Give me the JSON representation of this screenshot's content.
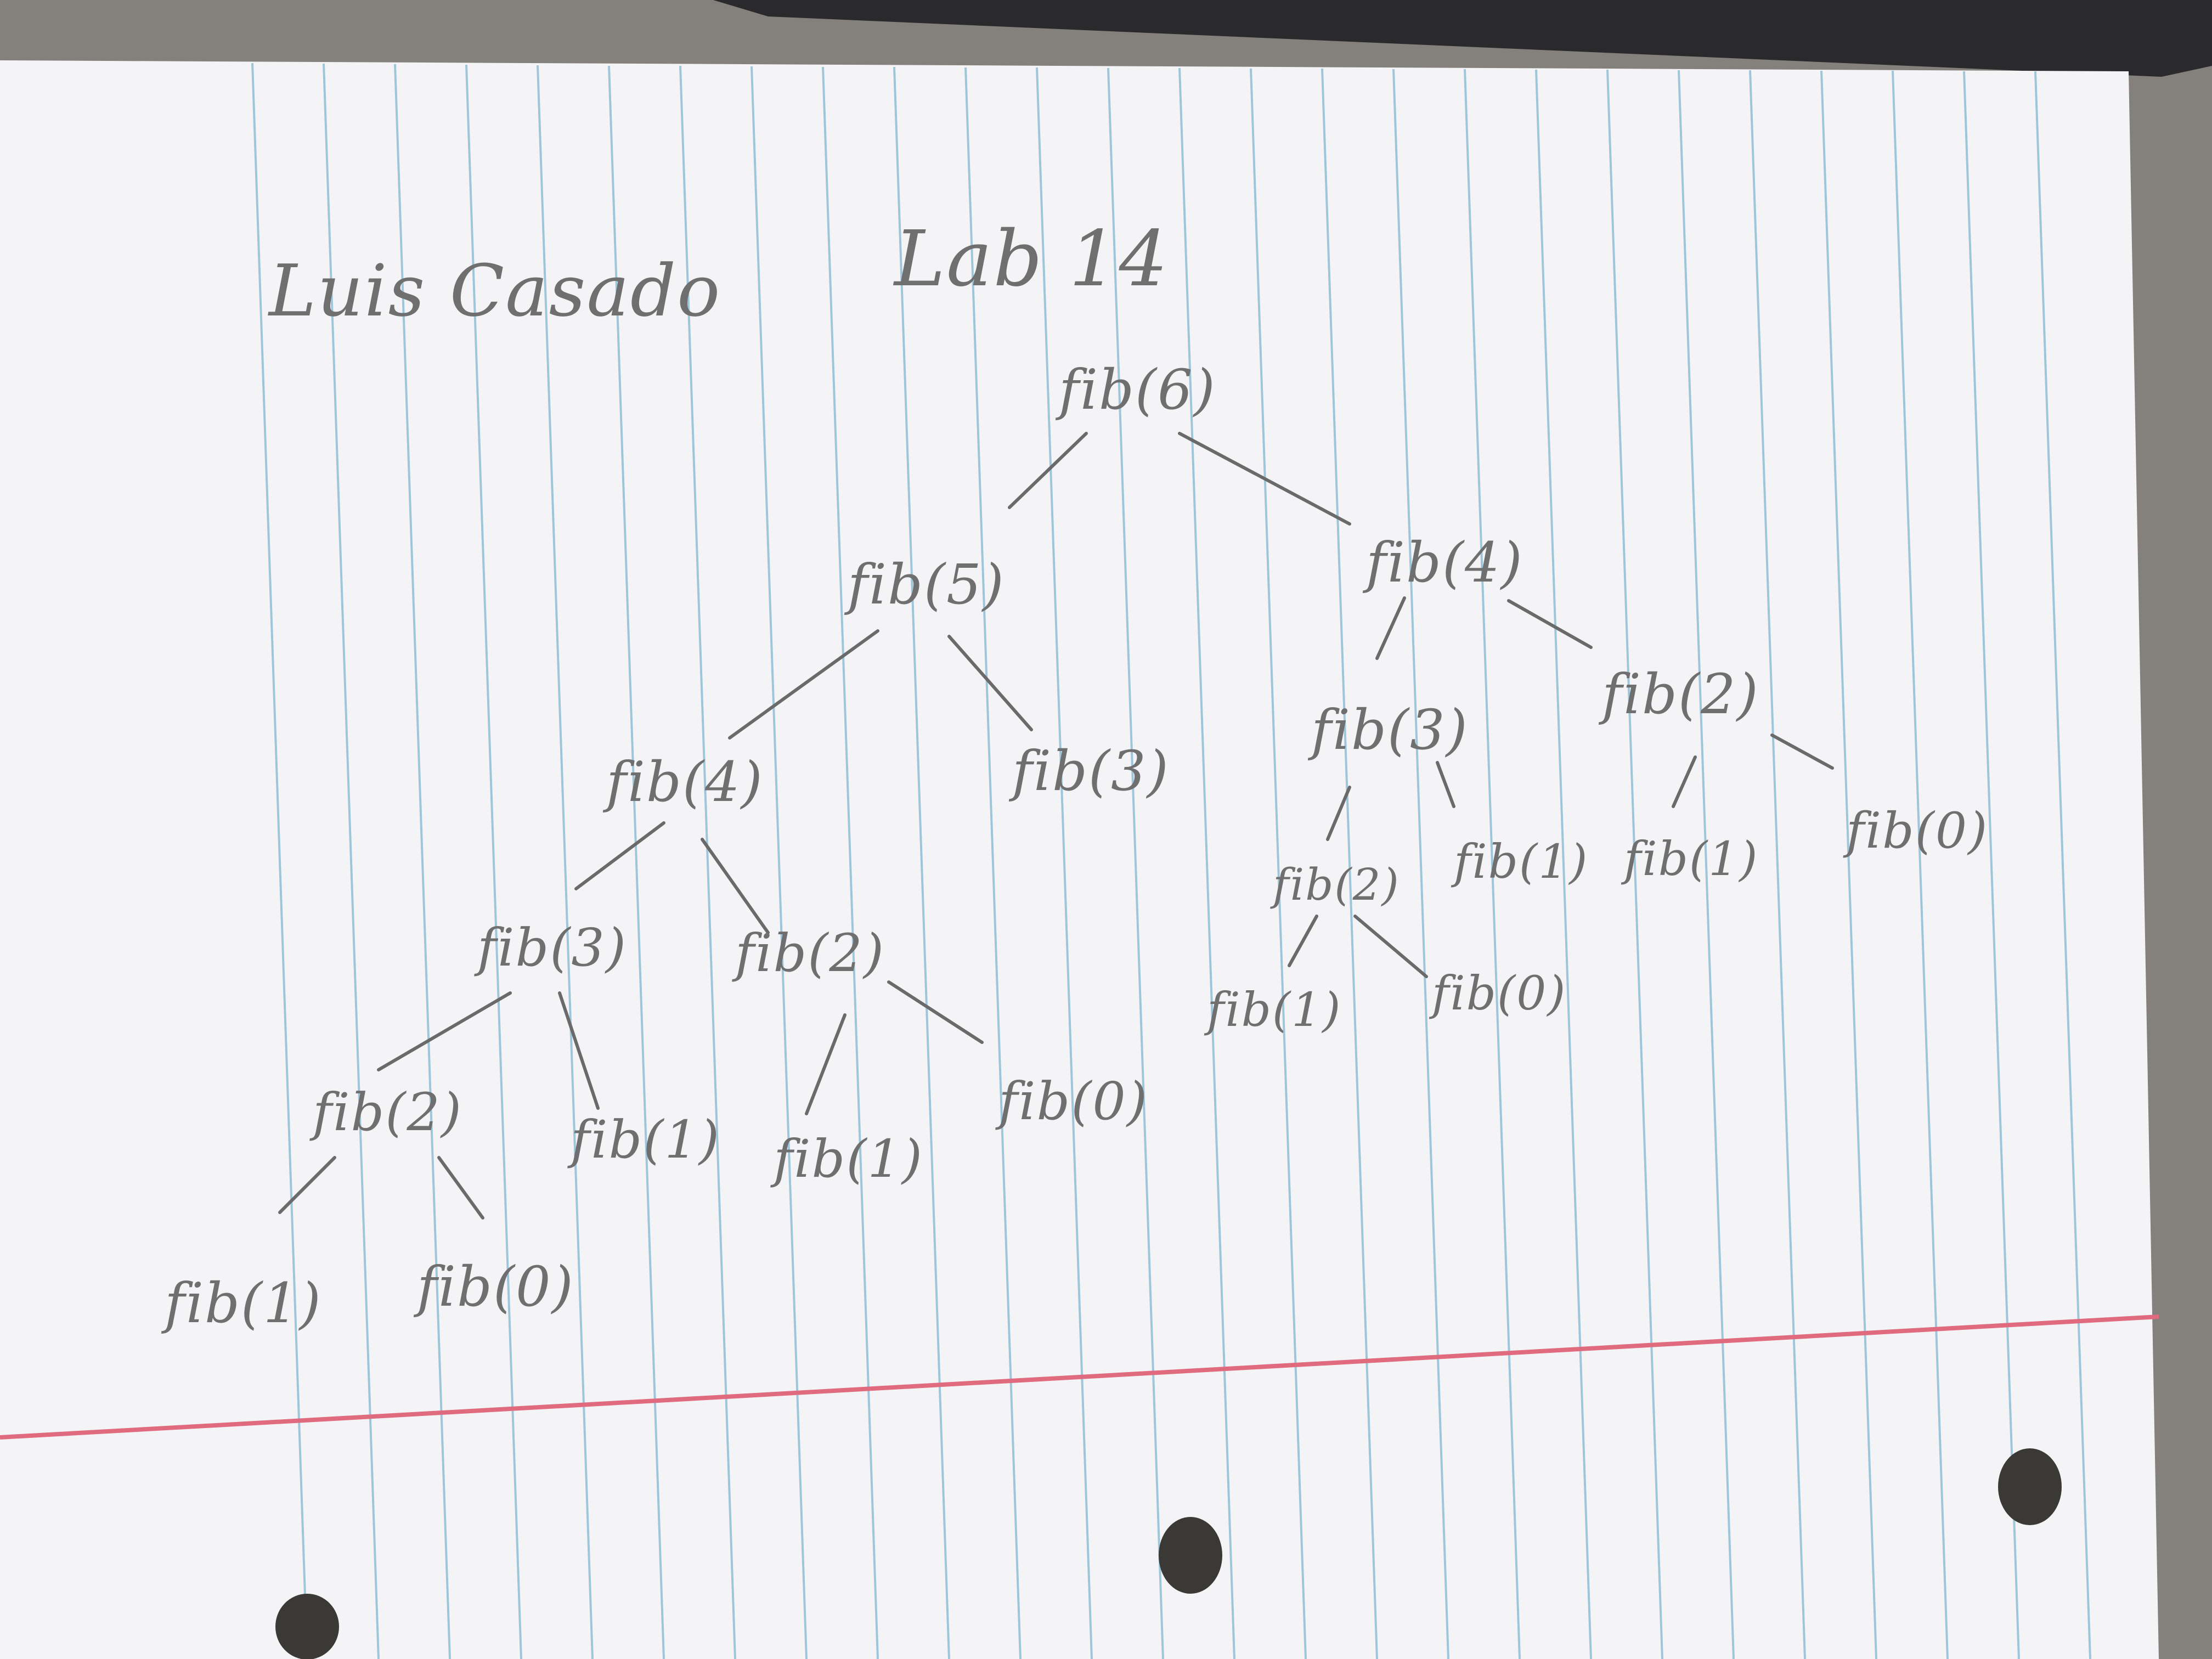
{
  "colors": {
    "desk": "#8b8983",
    "paper": "#f4f4f6",
    "rule_line": "#8fbfd6",
    "margin_line": "#e06b7e",
    "pencil": "#6a6a6b",
    "laptop": "#2a2a2c"
  },
  "page": {
    "name": "Luis Casado",
    "heading": "Lab 14"
  },
  "tree": {
    "root": "fib(6)",
    "nodes": [
      "fib(5)",
      "fib(4)",
      "fib(4)",
      "fib(3)",
      "fib(3)",
      "fib(2)",
      "fib(3)",
      "fib(2)",
      "fib(2)",
      "fib(1)",
      "fib(1)",
      "fib(0)",
      "fib(2)",
      "fib(1)",
      "fib(1)",
      "fib(0)",
      "fib(1)",
      "fib(0)",
      "fib(1)",
      "fib(0)"
    ]
  }
}
